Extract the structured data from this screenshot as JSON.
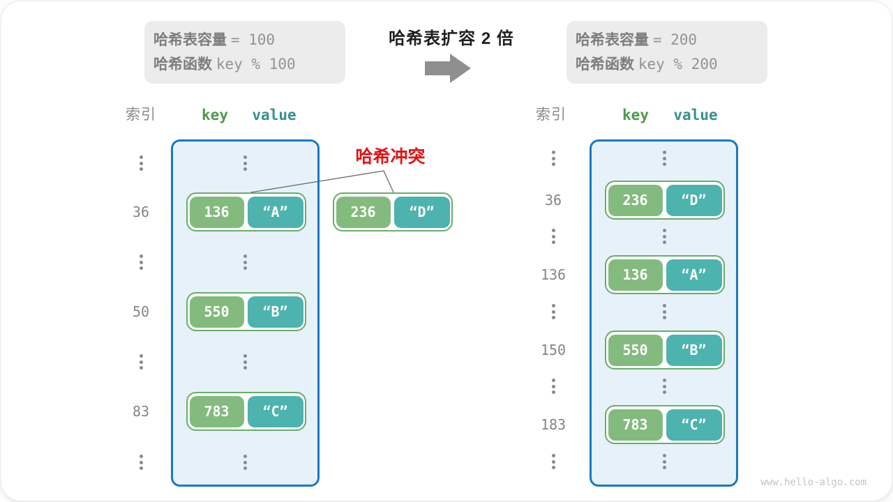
{
  "title": "哈希表扩容 2 倍",
  "watermark": "www.hello-algo.com",
  "info_boxes": {
    "left": {
      "capacity_label": "哈希表容量",
      "capacity_value": "= 100",
      "hash_label": "哈希函数",
      "hash_value": "key % 100"
    },
    "right": {
      "capacity_label": "哈希表容量",
      "capacity_value": "= 200",
      "hash_label": "哈希函数",
      "hash_value": "key % 200"
    }
  },
  "headers": {
    "index": "索引",
    "key": "key",
    "value": "value"
  },
  "left_table": {
    "rows": [
      {
        "index": "36",
        "key": "136",
        "value": "“A”"
      },
      {
        "index": "50",
        "key": "550",
        "value": "“B”"
      },
      {
        "index": "83",
        "key": "783",
        "value": "“C”"
      }
    ]
  },
  "collision": {
    "label": "哈希冲突",
    "key": "236",
    "value": "“D”"
  },
  "right_table": {
    "rows": [
      {
        "index": "36",
        "key": "236",
        "value": "“D”"
      },
      {
        "index": "136",
        "key": "136",
        "value": "“A”"
      },
      {
        "index": "150",
        "key": "550",
        "value": "“B”"
      },
      {
        "index": "183",
        "key": "783",
        "value": "“C”"
      }
    ]
  },
  "colors": {
    "key_box": "#83BB7E",
    "value_box": "#4DB3AE",
    "pair_border": "#67AE67",
    "table_fill": "#E7F1FA",
    "table_border": "#1779C4",
    "collision_red": "#E21212",
    "header_key": "#4C9B4C",
    "header_value": "#35918F",
    "arrow_gray": "#8F8F8F"
  }
}
